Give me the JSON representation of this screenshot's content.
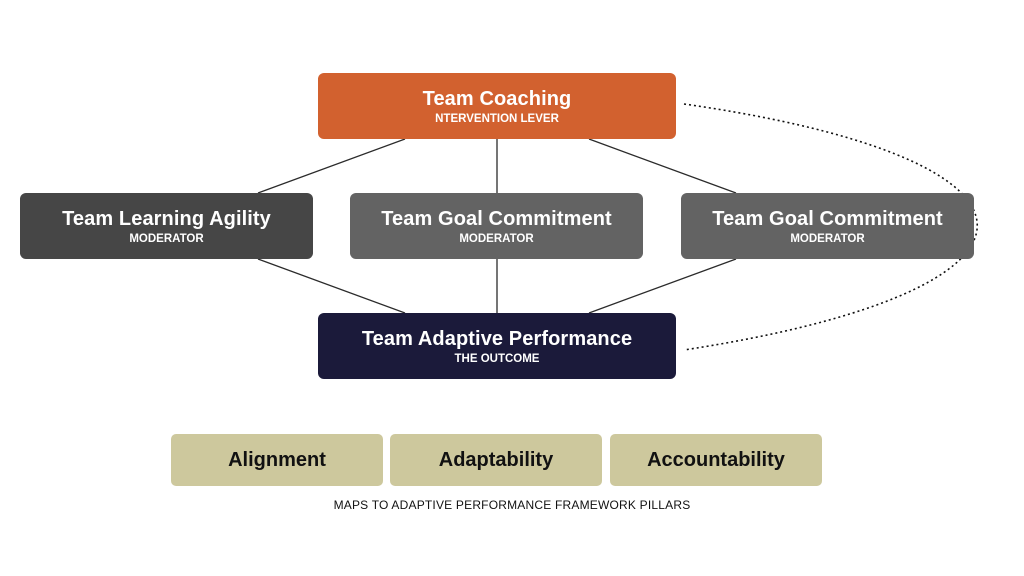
{
  "colors": {
    "lever": "#D2612F",
    "moderator_dark": "#464646",
    "moderator": "#636363",
    "outcome": "#1B1A3A",
    "pillar": "#CDC89D",
    "connector": "#2b2b2b"
  },
  "lever": {
    "title": "Team Coaching",
    "subtitle": "NTERVENTION LEVER"
  },
  "moderators": [
    {
      "title": "Team Learning Agility",
      "subtitle": "MODERATOR"
    },
    {
      "title": "Team Goal Commitment",
      "subtitle": "MODERATOR"
    },
    {
      "title": "Team Goal Commitment",
      "subtitle": "MODERATOR"
    }
  ],
  "outcome": {
    "title": "Team Adaptive Performance",
    "subtitle": "THE OUTCOME"
  },
  "pillars": [
    "Alignment",
    "Adaptability",
    "Accountability"
  ],
  "caption": "MAPS TO ADAPTIVE PERFORMANCE FRAMEWORK PILLARS"
}
